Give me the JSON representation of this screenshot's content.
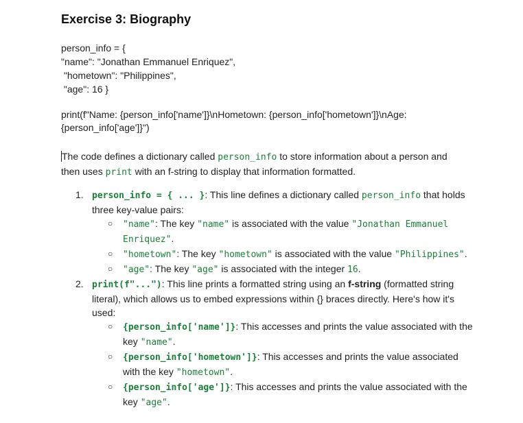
{
  "title": "Exercise 3: Biography",
  "code_lines": [
    "person_info = {",
    "\"name\": \"Jonathan Emmanuel Enriquez\",",
    " \"hometown\": \"Philippines\",",
    " \"age\": 16 }"
  ],
  "print_line": "print(f\"Name: {person_info['name']}\\nHometown: {person_info['hometown']}\\nAge: {person_info['age']}\")",
  "intro": {
    "t1": "The code defines a dictionary called ",
    "c1": "person_info",
    "t2": " to store information about a person and then uses ",
    "c2": "print",
    "t3": " with an f-string to display that information formatted."
  },
  "items": [
    {
      "num": "1.",
      "code": "person_info = { ... }",
      "t1": ": This line defines a dictionary called ",
      "code2": "person_info",
      "t2": " that holds three key-value pairs:",
      "subs": [
        {
          "bullet": "○",
          "code": "\"name\"",
          "t1": ": The key ",
          "code2": "\"name\"",
          "t2": " is associated with the value ",
          "code3": "\"Jonathan Emmanuel Enriquez\"",
          "t3": "."
        },
        {
          "bullet": "○",
          "code": "\"hometown\"",
          "t1": ": The key ",
          "code2": "\"hometown\"",
          "t2": " is associated with the value ",
          "code3": "\"Philippines\"",
          "t3": "."
        },
        {
          "bullet": "○",
          "code": "\"age\"",
          "t1": ": The key ",
          "code2": "\"age\"",
          "t2": " is associated with the integer ",
          "code3": "16",
          "t3": "."
        }
      ]
    },
    {
      "num": "2.",
      "code": "print(f\"...\")",
      "t1": ": This line prints a formatted string using an ",
      "bold": "f-string",
      "t2": " (formatted string literal), which allows us to embed expressions within {} braces directly. Here's how it's used:",
      "subs": [
        {
          "bullet": "○",
          "code": "{person_info['name']}",
          "t1": ": This accesses and prints the value associated with the key ",
          "code2": "\"name\"",
          "t2": "."
        },
        {
          "bullet": "○",
          "code": "{person_info['hometown']}",
          "t1": ": This accesses and prints the value associated with the key ",
          "code2": "\"hometown\"",
          "t2": "."
        },
        {
          "bullet": "○",
          "code": "{person_info['age']}",
          "t1": ": This accesses and prints the value associated with the key ",
          "code2": "\"age\"",
          "t2": "."
        }
      ]
    }
  ]
}
